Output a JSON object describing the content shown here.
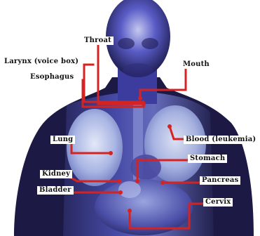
{
  "diagram": {
    "labels": {
      "throat": "Throat",
      "larynx": "Larynx (voice box)",
      "esophagus": "Esophagus",
      "mouth": "Mouth",
      "lung": "Lung",
      "blood": "Blood (leukemia)",
      "stomach": "Stomach",
      "kidney": "Kidney",
      "pancreas": "Pancreas",
      "bladder": "Bladder",
      "cervix": "Cervix"
    },
    "colors": {
      "leader_line": "#d42323",
      "background": "#ffffff",
      "body_dark": "#1d1b4a",
      "body_mid": "#3a3aa8",
      "body_light": "#a6b2e8"
    }
  }
}
